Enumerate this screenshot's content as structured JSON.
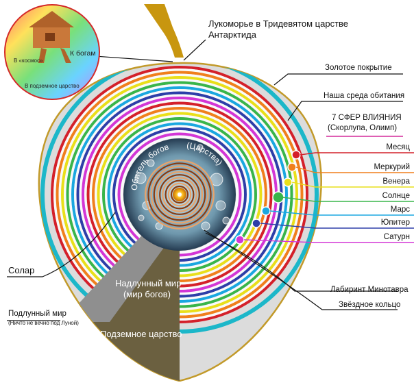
{
  "labels": {
    "lukomorye": "Лукоморье в Тридевятом царстве",
    "antarctida": "Антарктида",
    "golden_cover": "Золотое покрытие",
    "habitat": "Наша среда обитания",
    "spheres_title": "7 СФЕР ВЛИЯНИЯ",
    "spheres_sub": "(Скорлупа, Олимп)",
    "solar": "Солар",
    "sublunar": "Подлунный мир",
    "sublunar_note": "(Ничто не вечно под Луной)",
    "labyrinth": "Лабиринт Минотавра",
    "star_ring": "Звёздное кольцо",
    "supralunar_1": "Надлунный мир",
    "supralunar_2": "(мир богов)",
    "underground": "Подземное царство",
    "abode_gods": "Обитель богов",
    "tsarstva": "(Царства)"
  },
  "inset": {
    "cosmos": "В «космос»",
    "to_gods": "К богам",
    "underworld": "В подземное царство"
  },
  "spheres": [
    {
      "name": "Месяц",
      "color": "#d4202a"
    },
    {
      "name": "Меркурий",
      "color": "#f07f1c"
    },
    {
      "name": "Венера",
      "color": "#e9df1a"
    },
    {
      "name": "Солнце",
      "color": "#39b54a"
    },
    {
      "name": "Марс",
      "color": "#1aa7e0"
    },
    {
      "name": "Юпитер",
      "color": "#2d3ea8"
    },
    {
      "name": "Сатурн",
      "color": "#d336d6"
    }
  ],
  "colors": {
    "apple": "#dcdcdc",
    "outer_ring": "#1cb7c9",
    "underground": "#6b6040",
    "sublunar_sector": "#8f8f8f",
    "stem": "#c8960f"
  }
}
